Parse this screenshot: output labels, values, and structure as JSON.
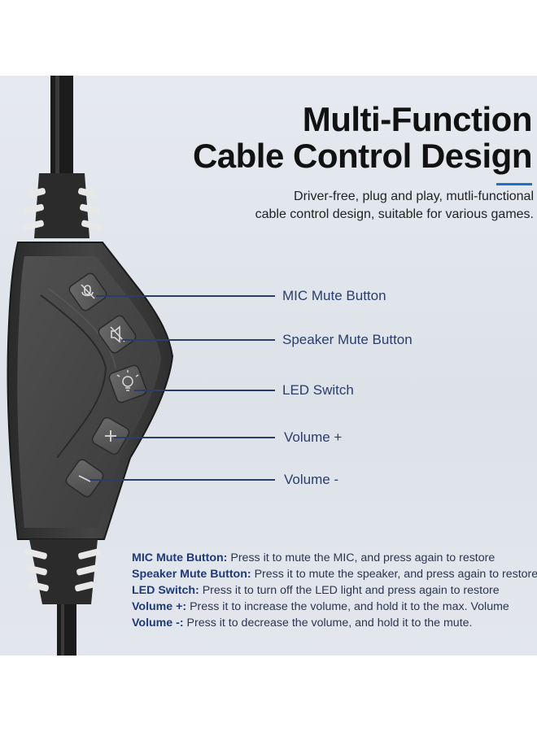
{
  "header": {
    "title_line1": "Multi-Function",
    "title_line2": "Cable Control Design",
    "subtitle_line1": "Driver-free, plug and play, mutli-functional",
    "subtitle_line2": "cable control design, suitable for various games.",
    "accent_color": "#1a73c8"
  },
  "controls": [
    {
      "label": "MIC Mute Button",
      "icon": "mic-mute-icon"
    },
    {
      "label": "Speaker Mute Button",
      "icon": "speaker-mute-icon"
    },
    {
      "label": "LED Switch",
      "icon": "light-bulb-icon"
    },
    {
      "label": "Volume +",
      "icon": "plus-icon"
    },
    {
      "label": "Volume -",
      "icon": "minus-icon"
    }
  ],
  "descriptions": [
    {
      "key": "MIC Mute Button:",
      "text": " Press it to mute the MIC, and press again to restore"
    },
    {
      "key": "Speaker Mute Button:",
      "text": " Press it to mute the speaker, and press again to restore"
    },
    {
      "key": "LED Switch:",
      "text": " Press it to turn off the LED light and press again to restore"
    },
    {
      "key": "Volume +:",
      "text": " Press it to increase the volume, and hold it to the max. Volume"
    },
    {
      "key": "Volume -:",
      "text": " Press it to decrease the volume, and hold it to the mute."
    }
  ],
  "colors": {
    "label_color": "#2b3d68",
    "device_body": "#3a3a3a",
    "background": "#e3e7ed"
  }
}
